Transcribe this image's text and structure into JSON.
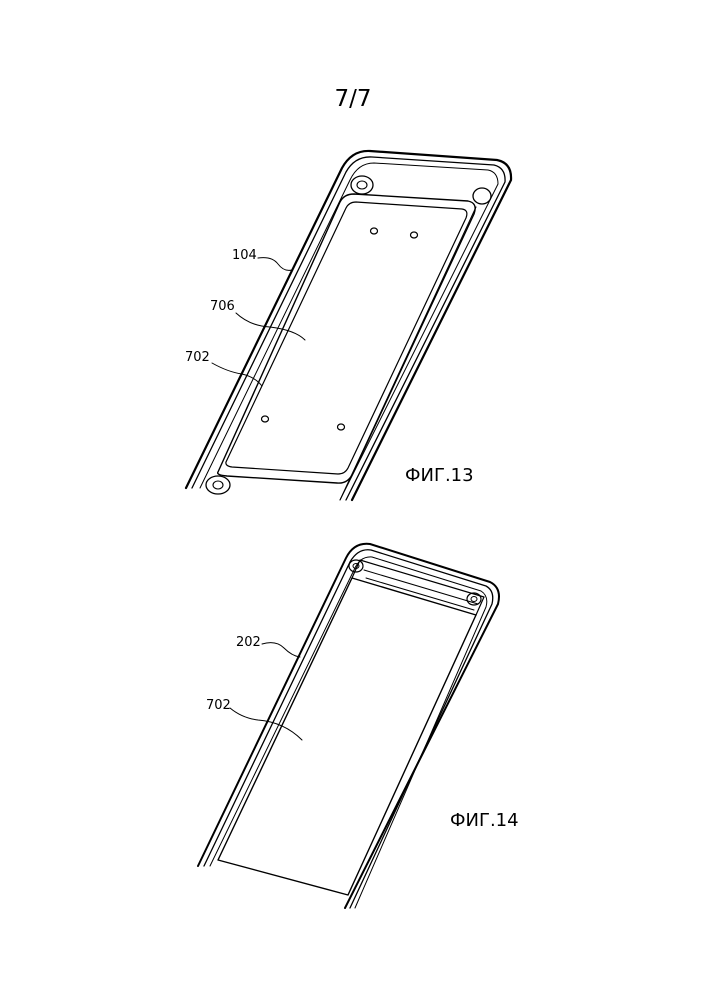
{
  "page": {
    "number": "7/7"
  },
  "figures": [
    {
      "id": "fig13",
      "label": "ФИГ.13",
      "refs": [
        "104",
        "706",
        "702"
      ]
    },
    {
      "id": "fig14",
      "label": "ФИГ.14",
      "refs": [
        "202",
        "702"
      ]
    }
  ]
}
